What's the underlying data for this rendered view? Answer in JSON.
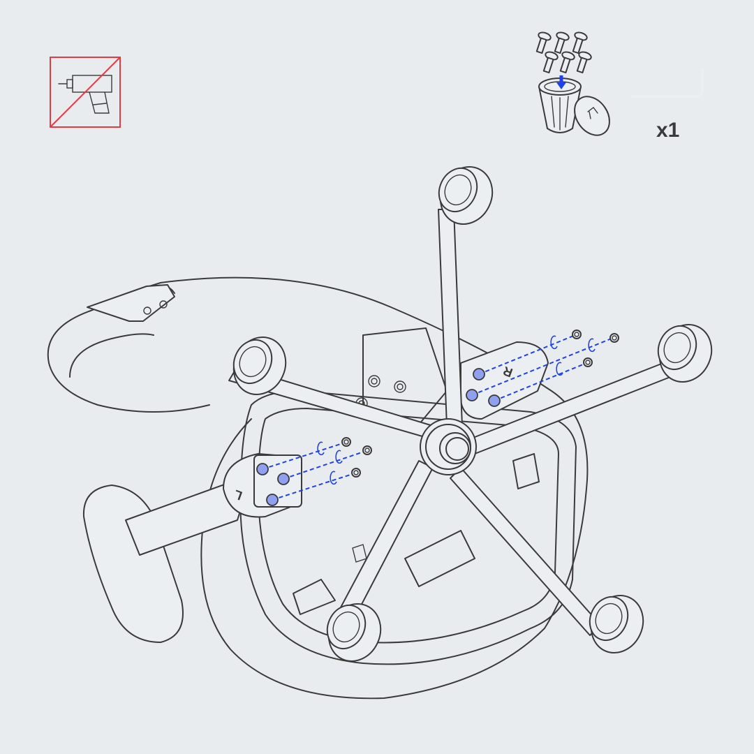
{
  "icons": {
    "no_power_tools": "no-power-drill-icon",
    "bolts": "bolts-icon",
    "container": "parts-container-icon",
    "hex_key": "hex-key-icon"
  },
  "hex_key_quantity": "x1",
  "arm_labels": {
    "right": "R",
    "left": "L"
  },
  "colors": {
    "background": "#e9ecef",
    "line": "#3a3a3a",
    "warning": "#e53945",
    "bolt_highlight": "#1d43e8"
  }
}
